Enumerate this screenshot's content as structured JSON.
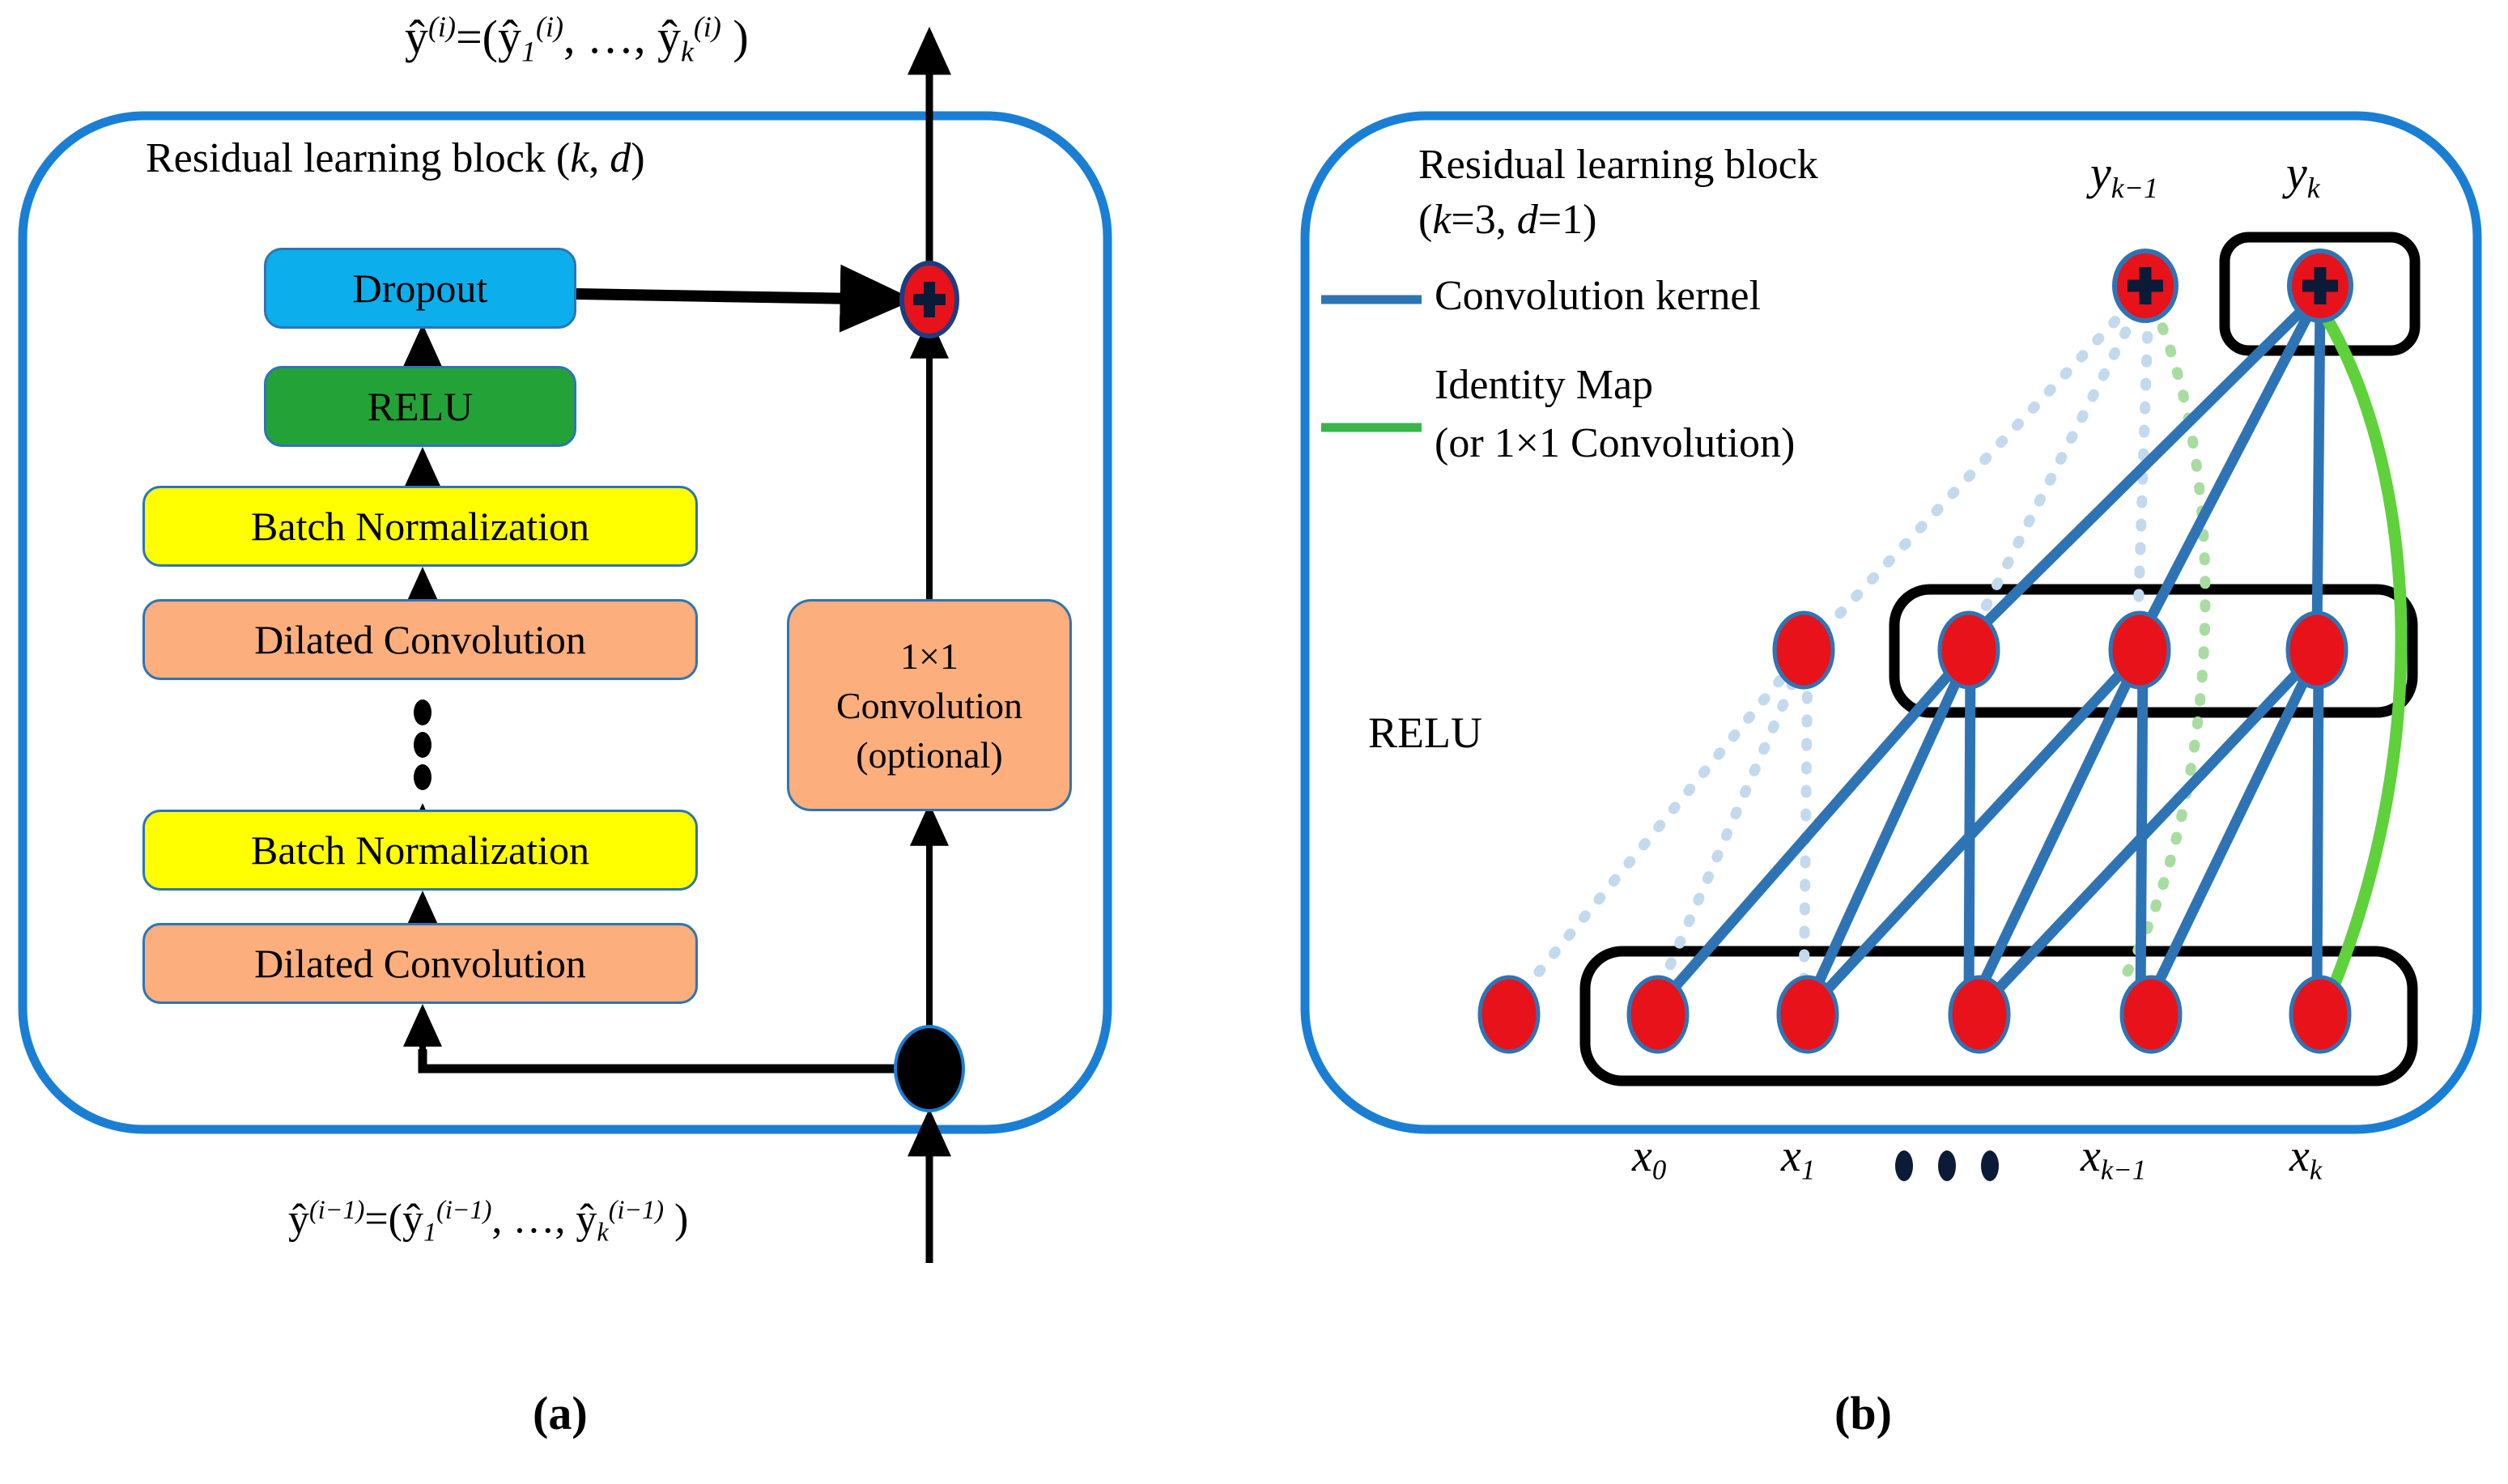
{
  "figure": {
    "panel_a_caption": "(a)",
    "panel_b_caption": "(b)"
  },
  "panel_a": {
    "title": "Residual learning block (k, d)",
    "title_plain": "Residual learning block",
    "title_params": "(k, d)",
    "output_label": "ŷ(i)=(ŷ1(i), …, ŷk(i) )",
    "input_label": "ŷ(i−1)=(ŷ1(i−1), …, ŷk(i−1) )",
    "blocks": [
      {
        "label": "Dropout",
        "color": "#0CAEEC",
        "kind": "blue"
      },
      {
        "label": "RELU",
        "color": "#23A337",
        "kind": "green"
      },
      {
        "label": "Batch Normalization",
        "color": "#FFFF00",
        "kind": "yellow"
      },
      {
        "label": "Dilated Convolution",
        "color": "#FCAE7C",
        "kind": "orange"
      },
      {
        "label": "Batch Normalization",
        "color": "#FFFF00",
        "kind": "yellow"
      },
      {
        "label": "Dilated Convolution",
        "color": "#FCAE7C",
        "kind": "orange"
      }
    ],
    "side_block": {
      "line1": "1×1",
      "line2": "Convolution",
      "line3": "(optional)",
      "color": "#FCAE7C"
    },
    "vertical_ellipsis": "•••",
    "add_node_symbol": "+",
    "junction_node": "filled-dot"
  },
  "panel_b": {
    "title_line1": "Residual learning block",
    "title_line2": "(k=3, d=1)",
    "legend": [
      {
        "label": "Convolution kernel",
        "color": "#2E74B5",
        "style": "solid"
      },
      {
        "label": "Identity Map",
        "color": "#39B54A",
        "style": "solid"
      },
      {
        "label": "(or 1×1 Convolution)",
        "color": "#39B54A",
        "style": "solid"
      }
    ],
    "relu_label": "RELU",
    "output_labels": [
      {
        "text": "y",
        "sub": "k−1"
      },
      {
        "text": "y",
        "sub": "k"
      }
    ],
    "input_labels": [
      {
        "text": "x",
        "sub": "0"
      },
      {
        "text": "x",
        "sub": "1"
      },
      {
        "text": "• • •",
        "sub": ""
      },
      {
        "text": "x",
        "sub": "k−1"
      },
      {
        "text": "x",
        "sub": "k"
      }
    ],
    "node_color": "#E8121B",
    "node_stroke": "#2E74B5",
    "kernel_color": "#2E74B5",
    "kernel_color_faded": "#C3D9EE",
    "identity_color": "#5FD13A",
    "identity_color_faded": "#A9DCA1",
    "group_box_color": "#000000",
    "panel_border_color": "#1A7FD4",
    "add_node_symbol": "+"
  },
  "colors": {
    "panel_border": "#1A7FD4",
    "dropout": "#0CAEEC",
    "relu": "#23A337",
    "batchnorm": "#FFFF00",
    "conv": "#FCAE7C",
    "node_red": "#E8121B",
    "kernel_blue": "#2E74B5",
    "identity_green": "#5FD13A",
    "arrow_black": "#000000"
  }
}
